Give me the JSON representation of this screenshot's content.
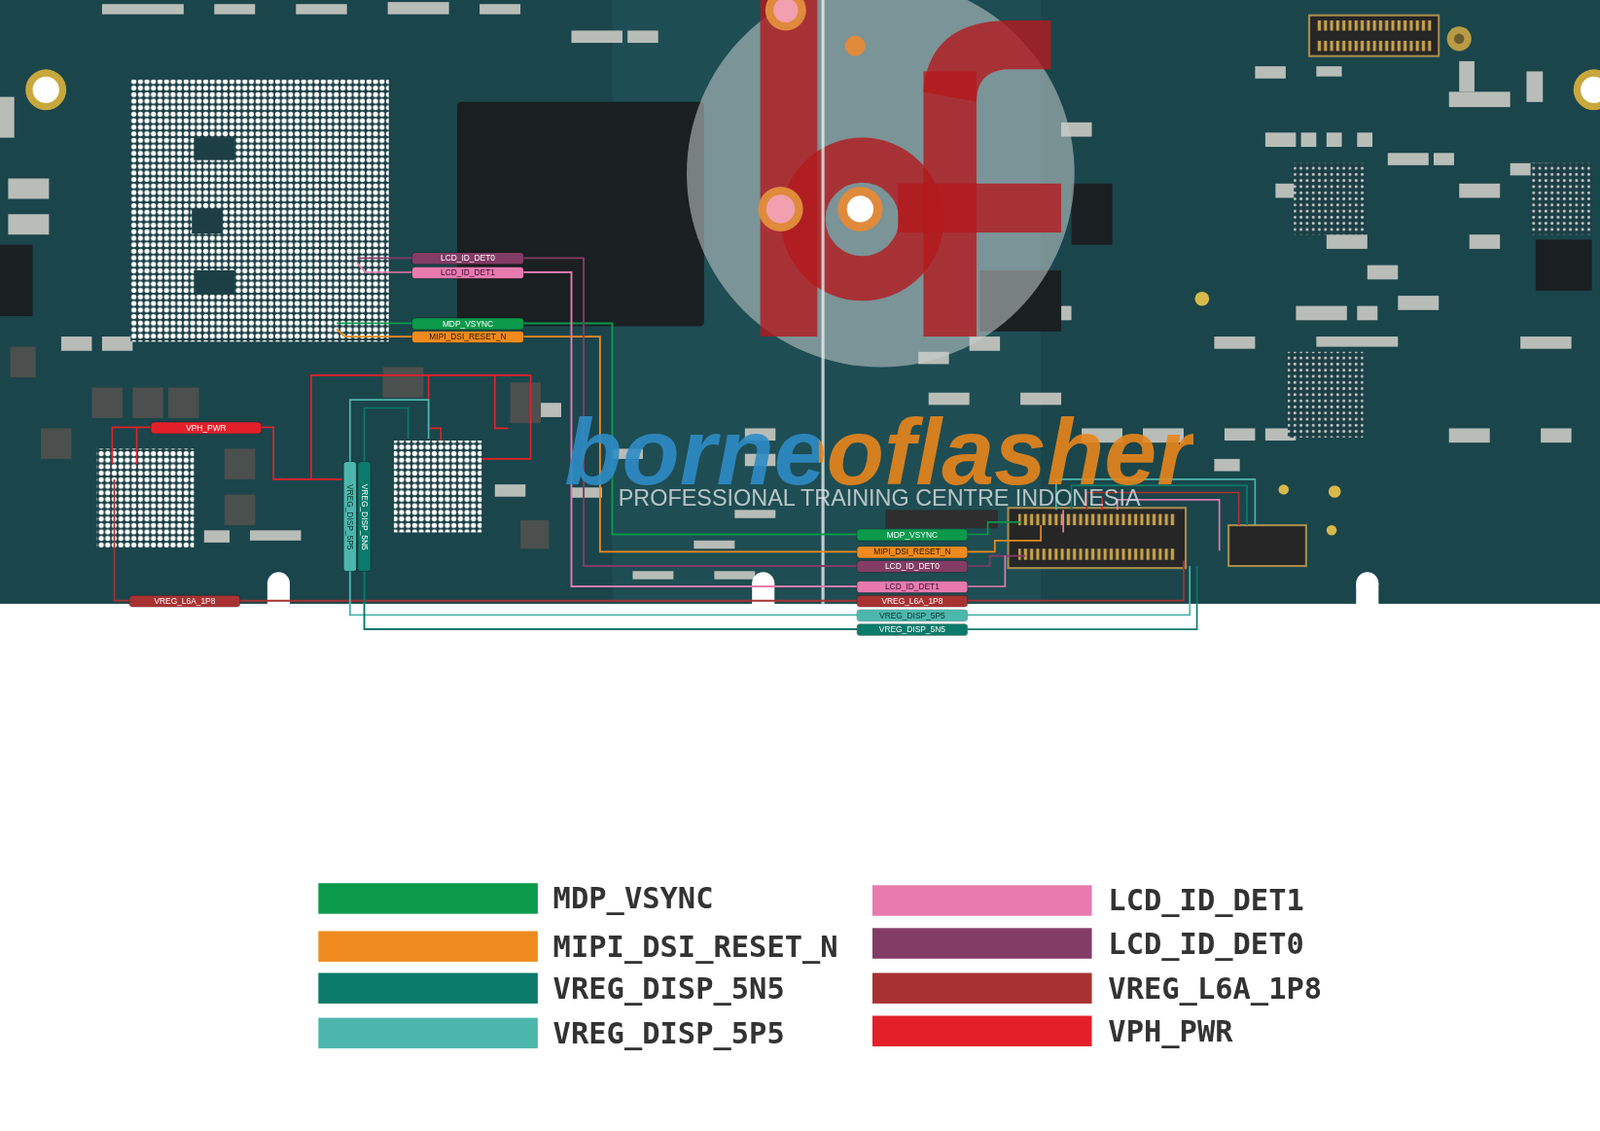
{
  "diagram": {
    "nodes": [
      {
        "text": [
          "LCD_ID_DET0"
        ]
      },
      {
        "text": [
          "LCD_ID_DET1"
        ]
      },
      {
        "text": [
          "MDP_VSYNC"
        ]
      },
      {
        "text": [
          "MIPI_DSI_RESET_N"
        ]
      },
      {
        "text": [
          "VPH_PWR"
        ]
      },
      {
        "text": [
          "VREG_DISP_5P5"
        ]
      },
      {
        "text": [
          "VREG_DISP_5N5"
        ]
      },
      {
        "text": [
          "MDP_VSYNC"
        ]
      },
      {
        "text": [
          "MIPI_DSI_RESET_N"
        ]
      },
      {
        "text": [
          "LCD_ID_DET0"
        ]
      },
      {
        "text": [
          "LCD_ID_DET1"
        ]
      },
      {
        "text": [
          "VREG_L6A_1P8"
        ]
      },
      {
        "text": [
          "VREG_L6A_1P8"
        ]
      },
      {
        "text": [
          "VREG_DISP_5P5"
        ]
      },
      {
        "text": [
          "VREG_DISP_5N5"
        ]
      }
    ],
    "edges": [
      {
        "from": 2,
        "to": 7,
        "arrow": "none"
      },
      {
        "from": 3,
        "to": 8,
        "arrow": "none"
      },
      {
        "from": 0,
        "to": 9,
        "arrow": "none"
      },
      {
        "from": 1,
        "to": 10,
        "arrow": "none"
      },
      {
        "from": 11,
        "to": 12,
        "arrow": "none"
      },
      {
        "from": 5,
        "to": 13,
        "arrow": "none"
      },
      {
        "from": 6,
        "to": 14,
        "arrow": "none"
      }
    ],
    "labels": [
      "borneoflasher",
      "PROFESSIONAL TRAINING CENTRE INDONESIA"
    ],
    "legend": [
      {
        "text": "MDP_VSYNC",
        "color": "#0a9a4a"
      },
      {
        "text": "MIPI_DSI_RESET_N",
        "color": "#ef8a1e"
      },
      {
        "text": "VREG_DISP_5N5",
        "color": "#0a7a6a"
      },
      {
        "text": "VREG_DISP_5P5",
        "color": "#4db6ac"
      },
      {
        "text": "LCD_ID_DET1",
        "color": "#e87aae"
      },
      {
        "text": "LCD_ID_DET0",
        "color": "#833c66"
      },
      {
        "text": "VREG_L6A_1P8",
        "color": "#a83232"
      },
      {
        "text": "VPH_PWR",
        "color": "#e3202a"
      }
    ]
  }
}
